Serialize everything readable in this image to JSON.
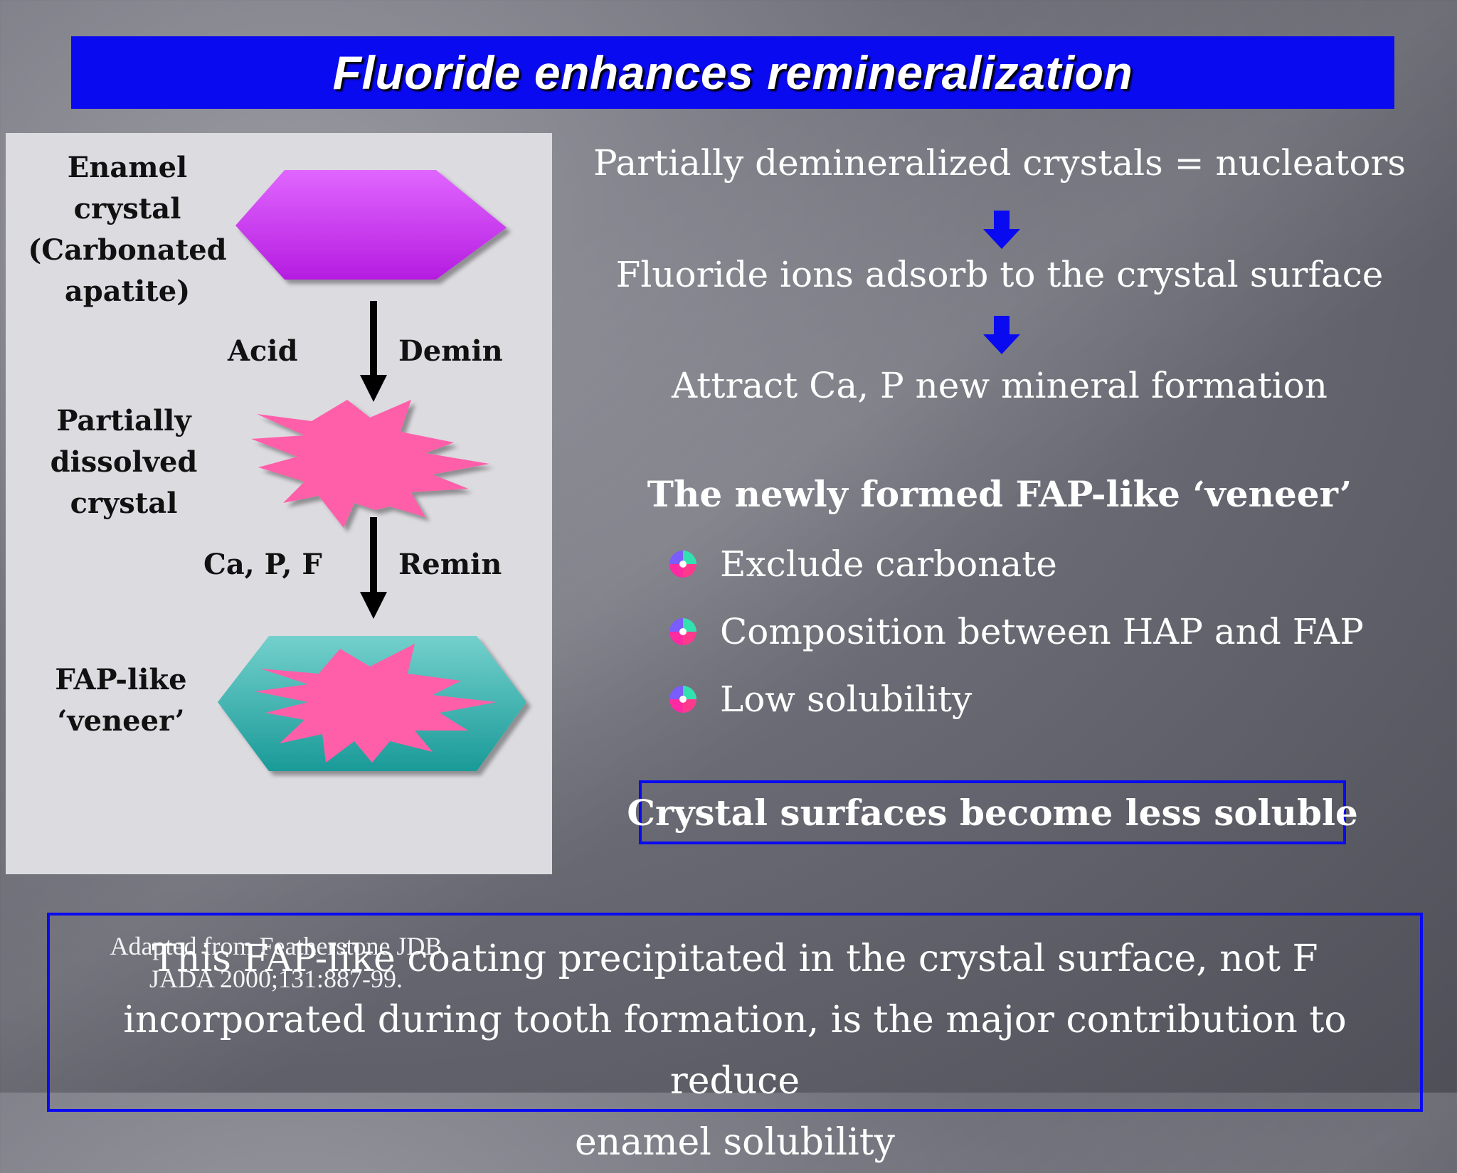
{
  "title": "Fluoride enhances remineralization",
  "diagram": {
    "enamel_label": [
      "Enamel",
      "crystal",
      "(Carbonated",
      "apatite)"
    ],
    "acid_label": "Acid",
    "demin_label": "Demin",
    "partial_label": [
      "Partially",
      "dissolved",
      "crystal"
    ],
    "capf_label": "Ca, P, F",
    "remin_label": "Remin",
    "fap_label": [
      "FAP-like",
      "‘veneer’"
    ],
    "citation": [
      "Adapted from Featherstone JDB",
      "JADA 2000;131:887-99."
    ],
    "colors": {
      "enamel_crystal": "#cc33ee",
      "dissolved_crystal": "#ff5fa8",
      "veneer": "#3fb3b0",
      "arrow": "#000000"
    }
  },
  "flow": {
    "step1": "Partially demineralized crystals = nucleators",
    "step2": "Fluoride ions adsorb to the crystal surface",
    "step3": "Attract Ca, P  new mineral formation",
    "arrow_color": "#0a0af0"
  },
  "veneer": {
    "heading": "The newly formed FAP-like ‘veneer’",
    "bullets": [
      "Exclude carbonate",
      "Composition between HAP and FAP",
      "Low solubility"
    ],
    "bullet_icon": "multicolor-ball-icon"
  },
  "conclusion": "Crystal surfaces become less soluble",
  "footer": [
    "This FAP-like coating precipitated in the crystal surface, not F",
    "incorporated during tooth formation, is the major contribution to reduce",
    "enamel solubility"
  ],
  "accent_color": "#0a0af0"
}
